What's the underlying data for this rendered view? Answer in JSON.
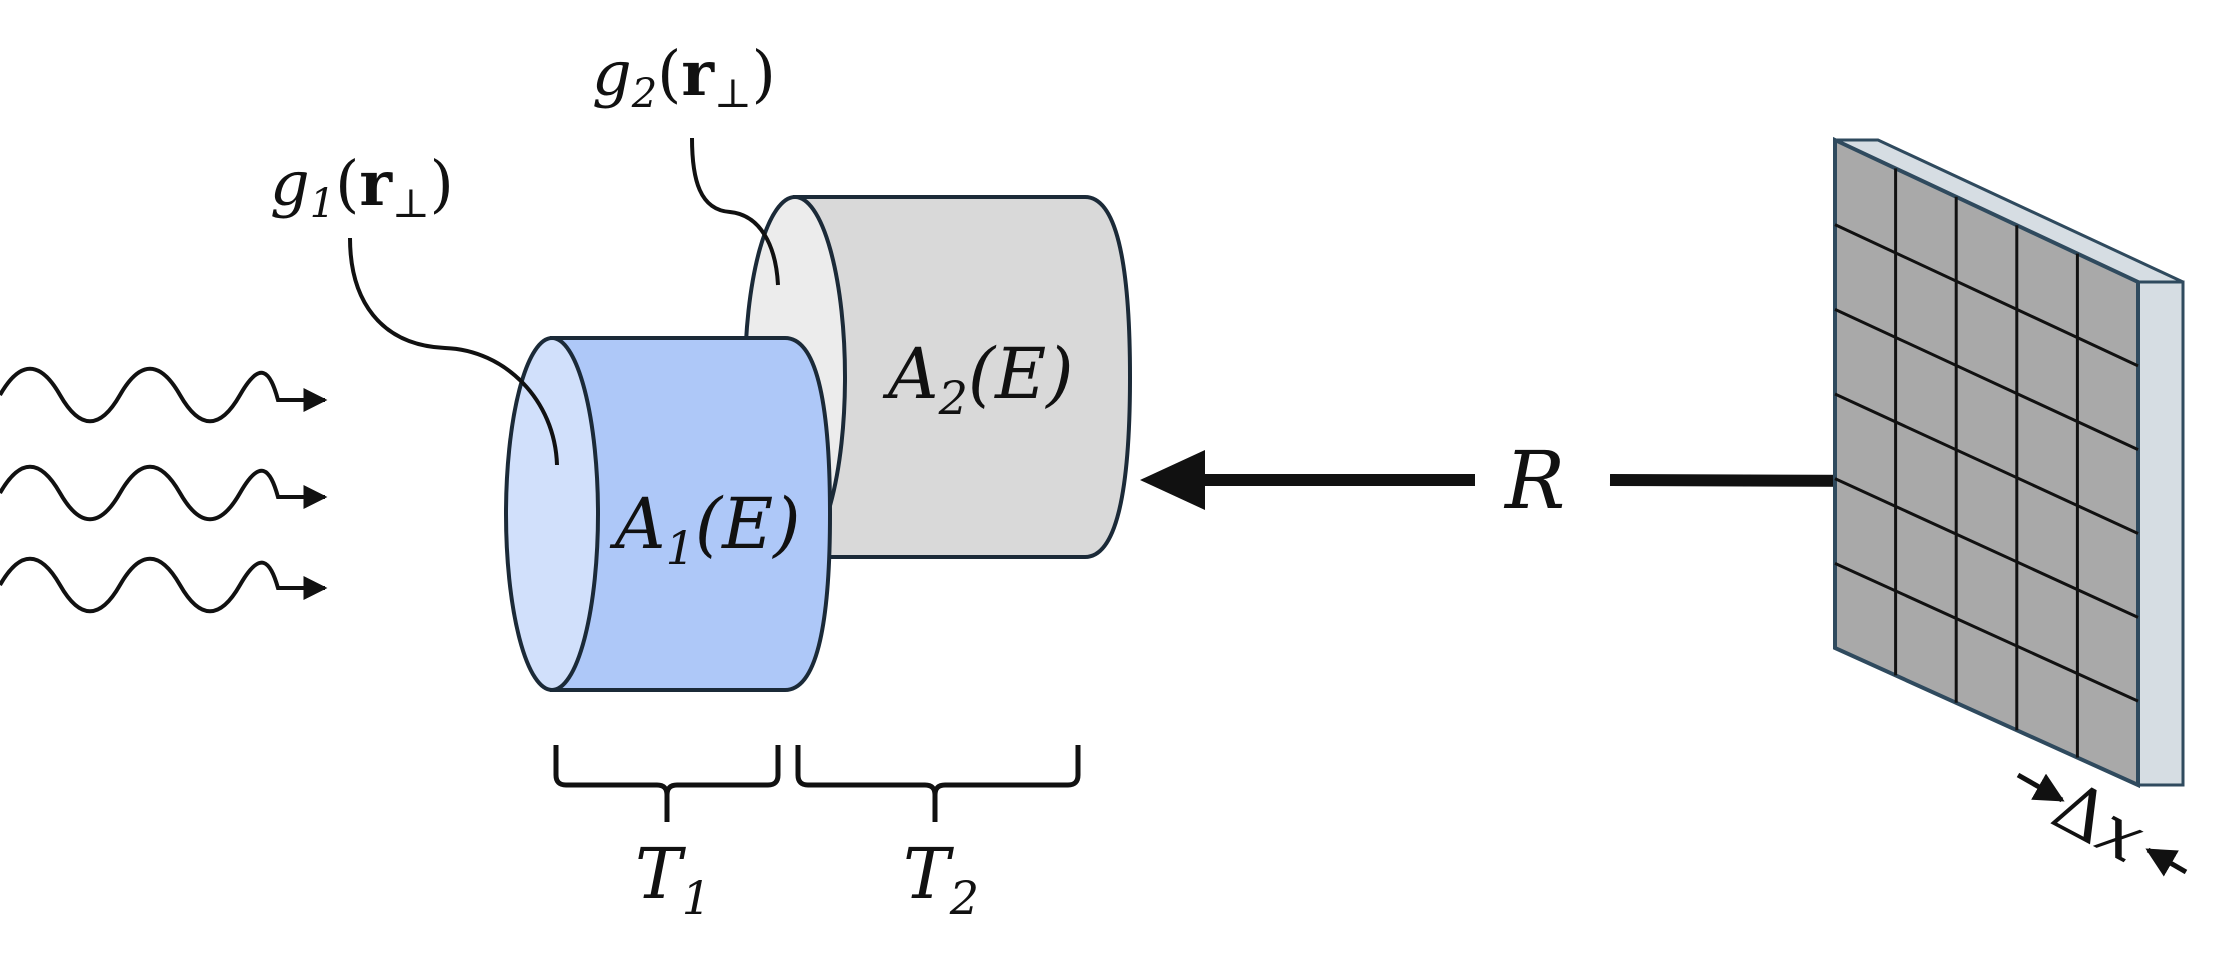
{
  "colors": {
    "cyl1_body": "#aec8f8",
    "cyl1_face": "#d1e0fb",
    "cyl2_body": "#d9d9d9",
    "cyl2_face": "#ececec",
    "outline": "#1b2a38",
    "detector_pixel": "#a9a9a9",
    "detector_edge": "#d6dde3",
    "detector_frame": "#2f4a5e"
  },
  "labels": {
    "g1": {
      "main": "g",
      "sub": "1",
      "paren_open": "(",
      "vec": "r",
      "perp": "⊥",
      "paren_close": ")"
    },
    "g2": {
      "main": "g",
      "sub": "2",
      "paren_open": "(",
      "vec": "r",
      "perp": "⊥",
      "paren_close": ")"
    },
    "A1": {
      "main": "A",
      "sub": "1",
      "arg": "(E)"
    },
    "A2": {
      "main": "A",
      "sub": "2",
      "arg": "(E)"
    },
    "T1": {
      "main": "T",
      "sub": "1"
    },
    "T2": {
      "main": "T",
      "sub": "2"
    },
    "R": "R",
    "dx": {
      "delta": "Δ",
      "var": "x"
    }
  },
  "detector": {
    "rows": 6,
    "cols": 5
  },
  "icons": [
    "wave-arrow-icon",
    "double-arrow-icon",
    "brace-icon",
    "detector-grid-icon"
  ]
}
